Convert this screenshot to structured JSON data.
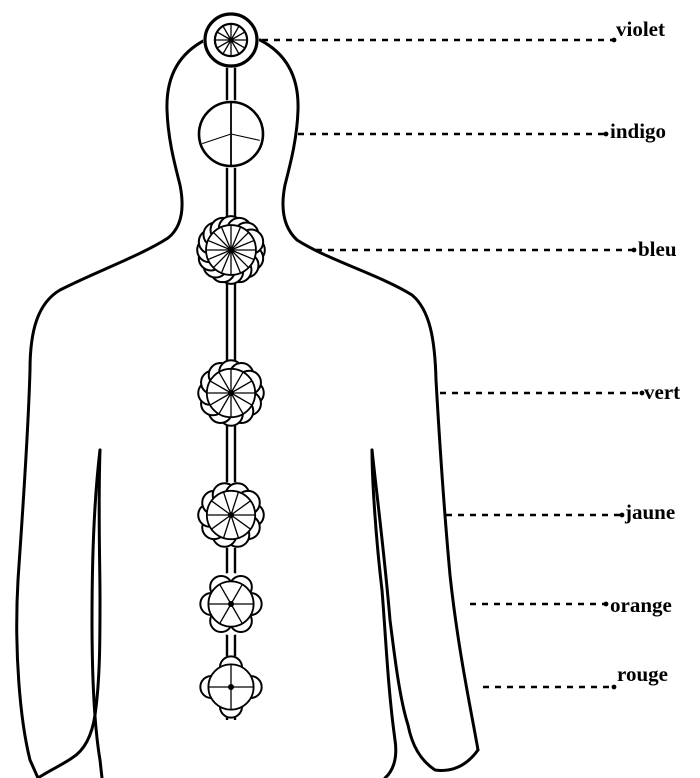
{
  "diagram": {
    "line_color": "#000000",
    "background": "#ffffff",
    "chakras": [
      {
        "id": "crown",
        "label": "violet",
        "style": "crown-wheel",
        "spokes": 12
      },
      {
        "id": "brow",
        "label": "indigo",
        "style": "split-disc",
        "spokes": 2
      },
      {
        "id": "throat",
        "label": "bleu",
        "style": "lotus",
        "spokes": 16
      },
      {
        "id": "heart",
        "label": "vert",
        "style": "lotus",
        "spokes": 12
      },
      {
        "id": "solar",
        "label": "jaune",
        "style": "lotus",
        "spokes": 10
      },
      {
        "id": "sacral",
        "label": "orange",
        "style": "lotus",
        "spokes": 6
      },
      {
        "id": "root",
        "label": "rouge",
        "style": "lotus",
        "spokes": 4
      }
    ]
  }
}
